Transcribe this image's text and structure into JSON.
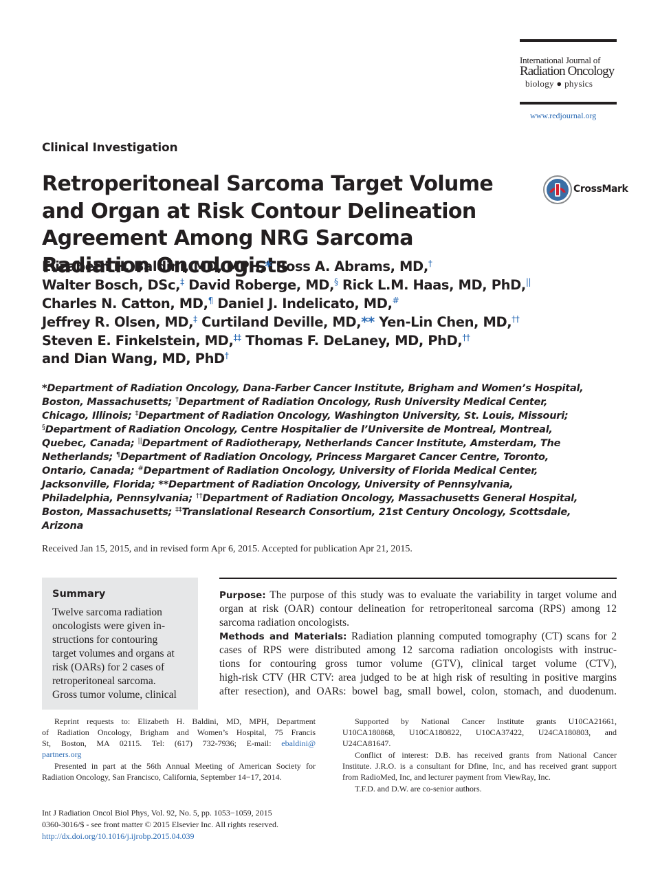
{
  "journal": {
    "name_line1": "International Journal of",
    "name_line2": "Radiation Oncology",
    "name_line3": "biology ● physics",
    "url": "www.redjournal.org"
  },
  "section_label": "Clinical Investigation",
  "title": "Retroperitoneal Sarcoma Target Volume and Organ at Risk Contour Delineation Agreement Among NRG Sarcoma Radiation Oncologists",
  "crossmark_label": "CrossMark",
  "authors": [
    {
      "name": "Elizabeth H. Baldini, MD, MPH,",
      "mark": "*",
      "sep": " "
    },
    {
      "name": "Ross A. Abrams, MD,",
      "mark": "†",
      "sep": ""
    },
    {
      "name": "Walter Bosch, DSc,",
      "mark": "‡",
      "sep": " "
    },
    {
      "name": "David Roberge, MD,",
      "mark": "§",
      "sep": " "
    },
    {
      "name": "Rick L.M. Haas, MD, PhD,",
      "mark": "||",
      "sep": ""
    },
    {
      "name": "Charles N. Catton, MD,",
      "mark": "¶",
      "sep": " "
    },
    {
      "name": "Daniel J. Indelicato, MD,",
      "mark": "#",
      "sep": ""
    },
    {
      "name": "Jeffrey R. Olsen, MD,",
      "mark": "‡",
      "sep": " "
    },
    {
      "name": "Curtiland Deville, MD,",
      "mark": "**",
      "sep": " "
    },
    {
      "name": "Yen-Lin Chen, MD,",
      "mark": "††",
      "sep": ""
    },
    {
      "name": "Steven E. Finkelstein, MD,",
      "mark": "‡‡",
      "sep": " "
    },
    {
      "name": "Thomas F. DeLaney, MD, PhD,",
      "mark": "††",
      "sep": ""
    },
    {
      "name": "and Dian Wang, MD, PhD",
      "mark": "†",
      "sep": ""
    }
  ],
  "affiliations": [
    {
      "sup": "",
      "text": "*Department of Radiation Oncology, Dana-Farber Cancer Institute, Brigham and Women’s Hospital,"
    },
    {
      "sup": "",
      "text": "Boston, Massachusetts; ",
      "sup2": "†",
      "text2": "Department of Radiation Oncology, Rush University Medical Center,"
    },
    {
      "sup": "",
      "text": "Chicago, Illinois; ",
      "sup2": "‡",
      "text2": "Department of Radiation Oncology, Washington University, St. Louis, Missouri;"
    },
    {
      "sup": "§",
      "text": "Department of Radiation Oncology, Centre Hospitalier de l’Universite de Montreal, Montreal,"
    },
    {
      "sup": "",
      "text": "Quebec, Canada; ",
      "sup2": "||",
      "text2": "Department of Radiotherapy, Netherlands Cancer Institute, Amsterdam, The"
    },
    {
      "sup": "",
      "text": "Netherlands; ",
      "sup2": "¶",
      "text2": "Department of Radiation Oncology, Princess Margaret Cancer Centre, Toronto,"
    },
    {
      "sup": "",
      "text": "Ontario, Canada; ",
      "sup2": "#",
      "text2": "Department of Radiation Oncology, University of Florida Medical Center,"
    },
    {
      "sup": "",
      "text": "Jacksonville, Florida; **Department of Radiation Oncology, University of Pennsylvania,"
    },
    {
      "sup": "",
      "text": "Philadelphia, Pennsylvania; ",
      "sup2": "††",
      "text2": "Department of Radiation Oncology, Massachusetts General Hospital,"
    },
    {
      "sup": "",
      "text": "Boston, Massachusetts; ",
      "sup2": "‡‡",
      "text2": "Translational Research Consortium, 21st Century Oncology, Scottsdale,"
    },
    {
      "sup": "",
      "text": "Arizona"
    }
  ],
  "received": "Received Jan 15, 2015, and in revised form Apr 6, 2015. Accepted for publication Apr 21, 2015.",
  "summary": {
    "heading": "Summary",
    "lines": [
      "Twelve sarcoma radiation",
      "oncologists were given in-",
      "structions for contouring",
      "target volumes and organs at",
      "risk (OARs) for 2 cases of",
      "retroperitoneal sarcoma.",
      "Gross tumor volume, clinical"
    ]
  },
  "abstract": {
    "purpose_label": "Purpose:",
    "methods_label": "Methods and Materials:",
    "lines": [
      " The purpose of this study was to evaluate the variability in target volume and",
      "organ at risk (OAR) contour delineation for retroperitoneal sarcoma (RPS) among 12",
      "sarcoma radiation oncologists.",
      " Radiation planning computed tomography (CT) scans for 2",
      "cases of RPS were distributed among 12 sarcoma radiation oncologists with instruc-",
      "tions for contouring gross tumor volume (GTV), clinical target volume (CTV),",
      "high-risk CTV (HR CTV: area judged to be at high risk of resulting in positive margins",
      "after resection), and OARs: bowel bag, small bowel, colon, stomach, and duodenum."
    ]
  },
  "footnotes_left": {
    "reprint_lines": [
      "Reprint requests to: Elizabeth H. Baldini, MD, MPH, Department",
      "of Radiation Oncology, Brigham and Women’s Hospital, 75 Francis",
      "St, Boston, MA 02115. Tel: (617) 732-7936; E-mail:"
    ],
    "email_part1": "ebaldini@",
    "email_part2": "partners.org",
    "presented_lines": [
      "Presented in part at the 56th Annual Meeting of American Society for",
      "Radiation Oncology, San Francisco, California, September 14−17, 2014."
    ]
  },
  "footnotes_right": {
    "support_lines": [
      "Supported by National Cancer Institute grants U10CA21661,",
      "U10CA180868, U10CA180822, U10CA37422, U24CA180803, and",
      "U24CA81647."
    ],
    "conflict_lines": [
      "Conflict of interest: D.B. has received grants from National Cancer",
      "Institute. J.R.O. is a consultant for Dfine, Inc, and has received grant support",
      "from RadioMed, Inc, and lecturer payment from ViewRay, Inc."
    ],
    "cosenior": "T.F.D. and D.W. are co-senior authors."
  },
  "footer": {
    "citation": "Int J Radiation Oncol Biol Phys, Vol. 92, No. 5, pp. 1053−1059, 2015",
    "issn": "0360-3016/$ - see front matter © 2015 Elsevier Inc. All rights reserved.",
    "doi": "http://dx.doi.org/10.1016/j.ijrobp.2015.04.039"
  }
}
